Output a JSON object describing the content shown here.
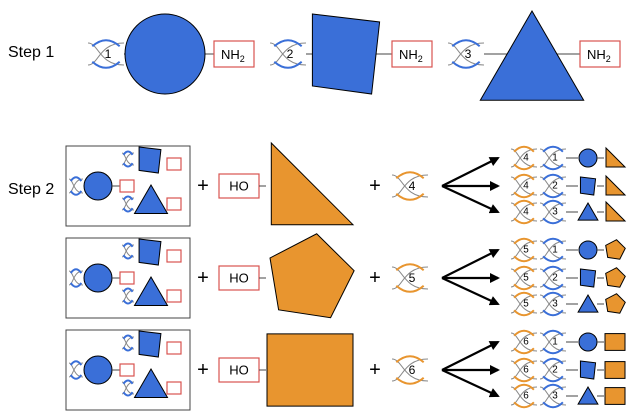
{
  "steps": {
    "step1": "Step 1",
    "step2": "Step 2"
  },
  "labels": {
    "nh2_main": "NH",
    "nh2_sub": "2",
    "ho": "HO",
    "plus": "+"
  },
  "colors": {
    "blue": "#3a6fd8",
    "orange": "#e8952f",
    "red": "#d9534f",
    "stroke": "#000000"
  },
  "step1_building_blocks": [
    {
      "tag": "1",
      "shape": "circle",
      "group": "NH2"
    },
    {
      "tag": "2",
      "shape": "parallelogram",
      "group": "NH2"
    },
    {
      "tag": "3",
      "shape": "triangle",
      "group": "NH2"
    }
  ],
  "step2_reactions": [
    {
      "acid_shape": "right-triangle",
      "tag": "4",
      "products": [
        [
          "4",
          "1"
        ],
        [
          "4",
          "2"
        ],
        [
          "4",
          "3"
        ]
      ]
    },
    {
      "acid_shape": "pentagon",
      "tag": "5",
      "products": [
        [
          "5",
          "1"
        ],
        [
          "5",
          "2"
        ],
        [
          "5",
          "3"
        ]
      ]
    },
    {
      "acid_shape": "square",
      "tag": "6",
      "products": [
        [
          "6",
          "1"
        ],
        [
          "6",
          "2"
        ],
        [
          "6",
          "3"
        ]
      ]
    }
  ]
}
